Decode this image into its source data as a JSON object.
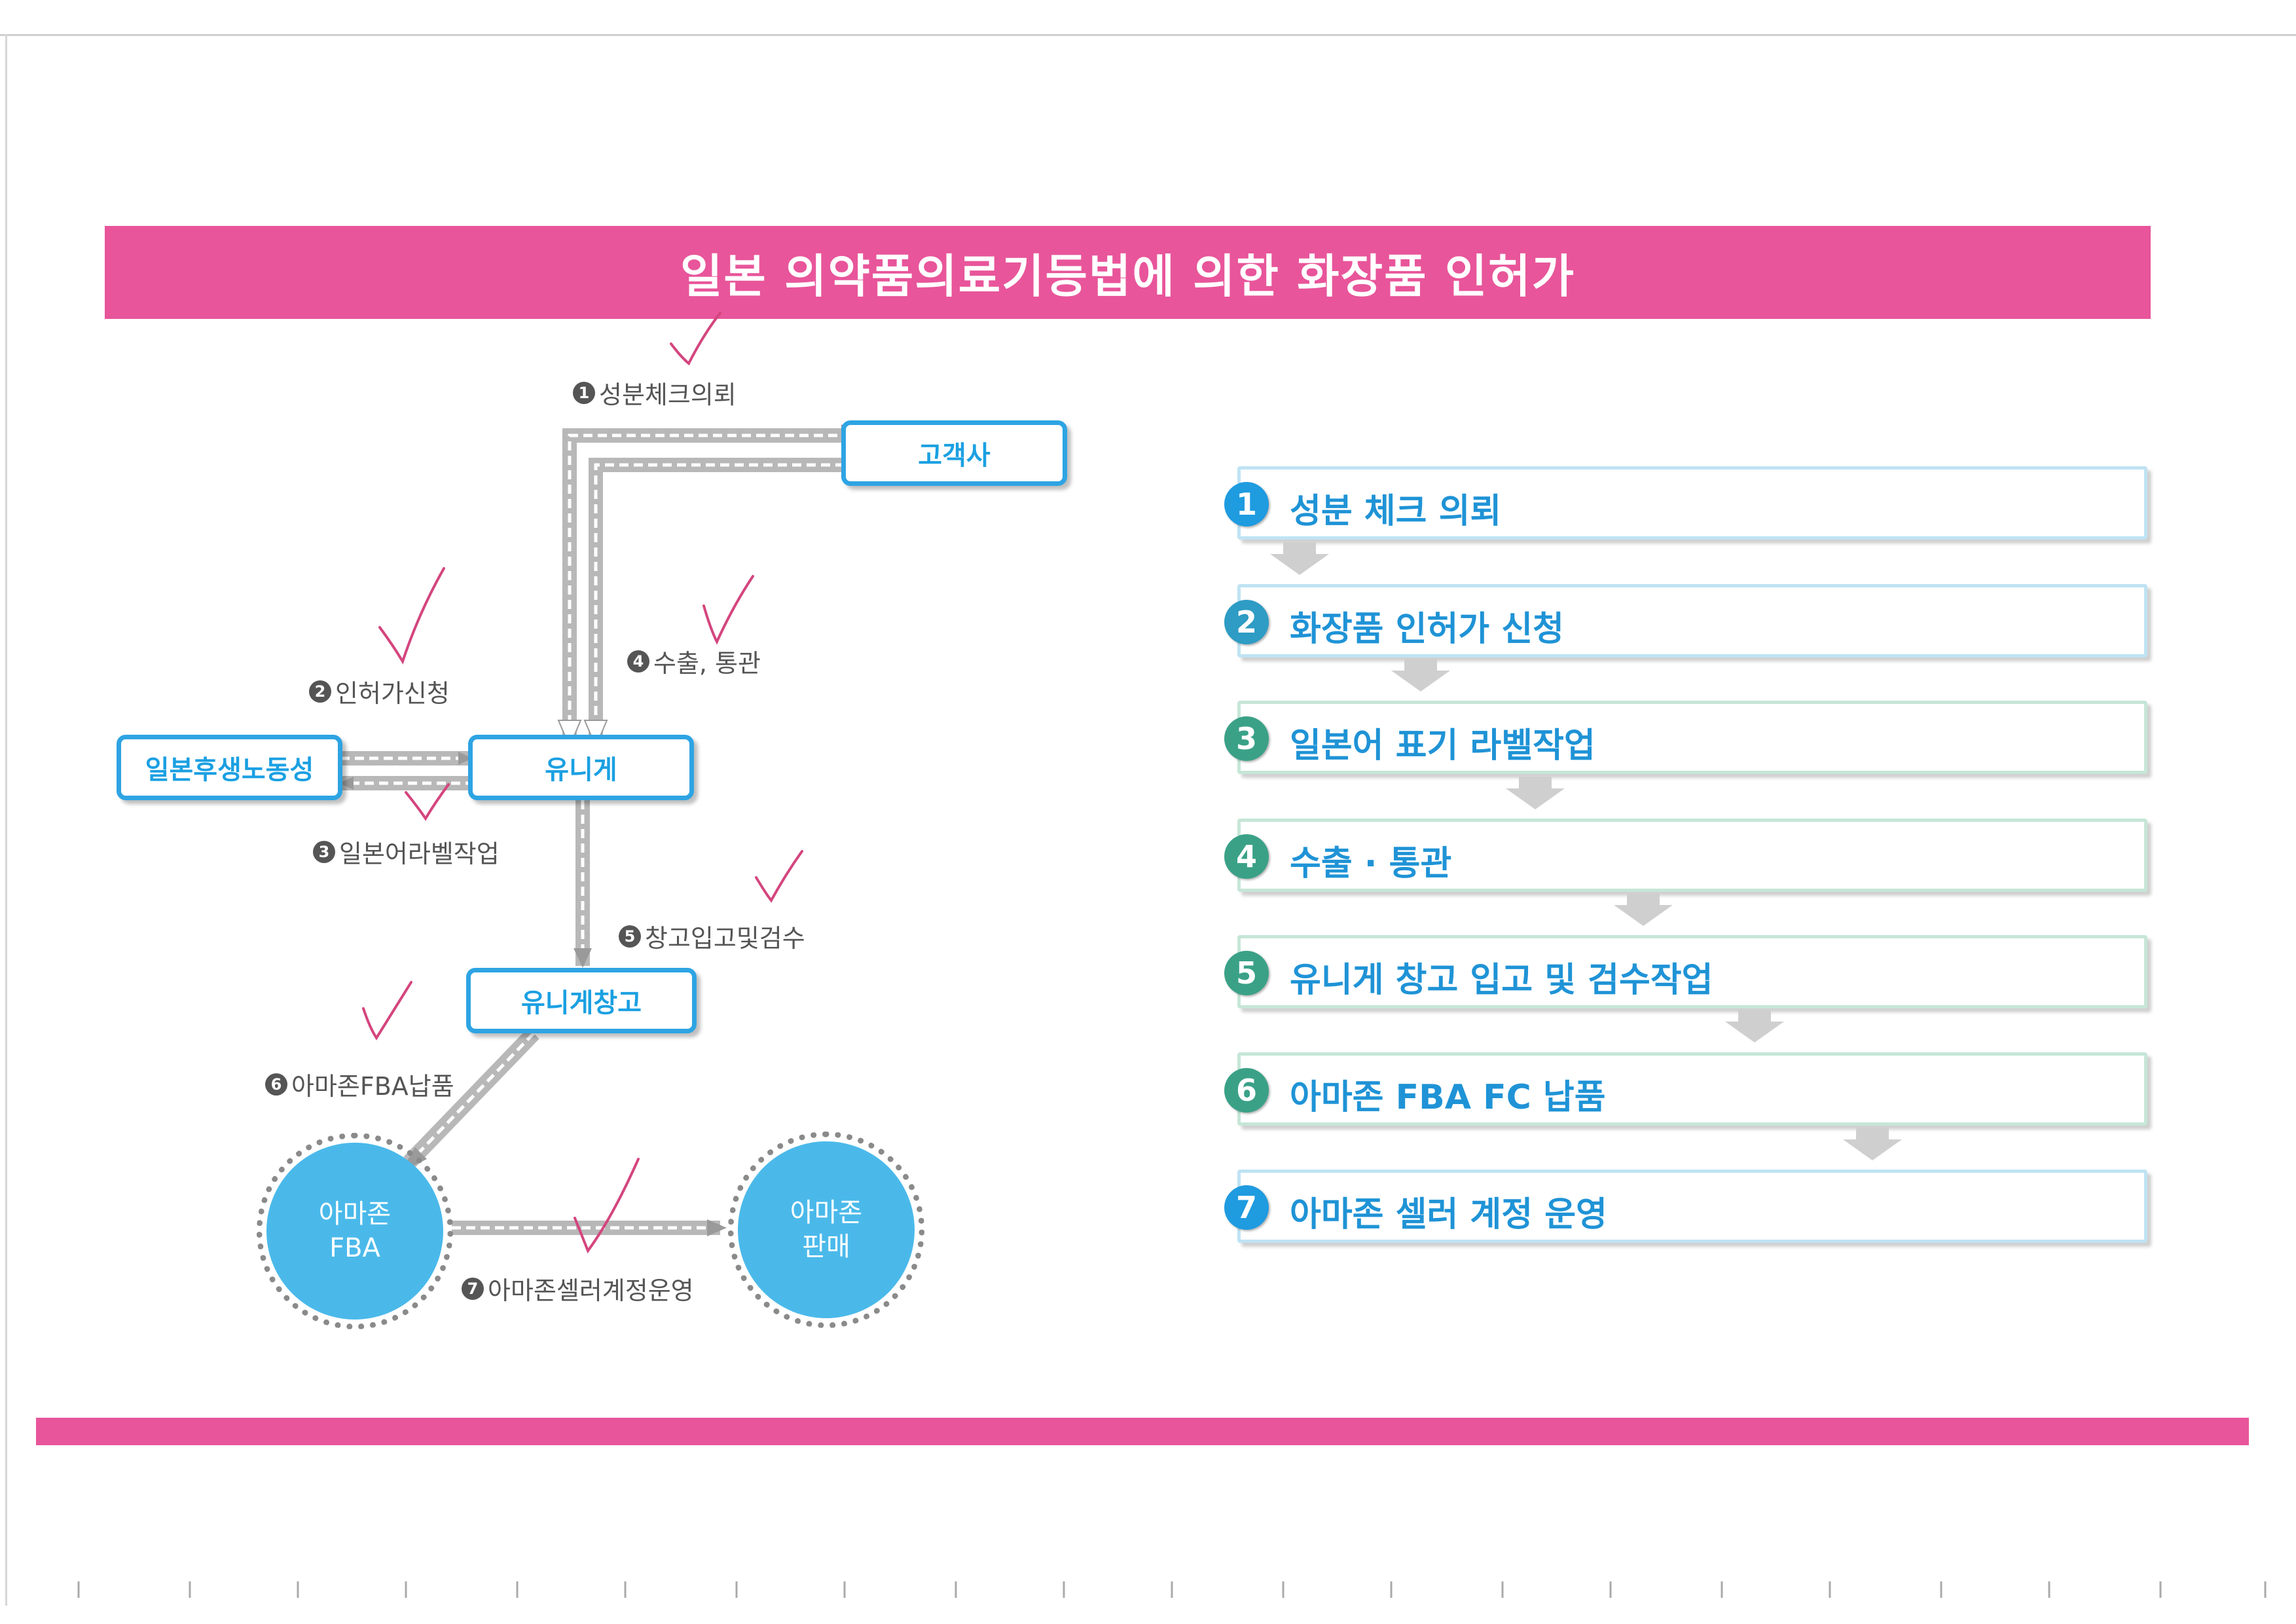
{
  "title": "일본 의약품의료기등법에 의한 화장품 인허가",
  "diagram": {
    "nodes": {
      "client": "고객사",
      "ministry": "일본후생노동성",
      "unige": "유니게",
      "warehouse": "유니게창고",
      "fba_line1": "아마존",
      "fba_line2": "FBA",
      "sales_line1": "아마존",
      "sales_line2": "판매"
    },
    "labels": [
      {
        "num": "1",
        "text": "성분체크의뢰"
      },
      {
        "num": "2",
        "text": "인허가신청"
      },
      {
        "num": "3",
        "text": "일본어라벨작업"
      },
      {
        "num": "4",
        "text": "수출, 통관"
      },
      {
        "num": "5",
        "text": "창고입고및검수"
      },
      {
        "num": "6",
        "text": "아마존FBA납품"
      },
      {
        "num": "7",
        "text": "아마존셀러계정운영"
      }
    ]
  },
  "steps": [
    {
      "num": "1",
      "text": "성분 체크 의뢰",
      "color": "#1f9be0"
    },
    {
      "num": "2",
      "text": "화장품 인허가 신청",
      "color": "#2e9cc4"
    },
    {
      "num": "3",
      "text": "일본어 표기 라벨작업",
      "color": "#3aa187"
    },
    {
      "num": "4",
      "text": "수출 · 통관",
      "color": "#3aa187"
    },
    {
      "num": "5",
      "text": "유니게 창고 입고 및 검수작업",
      "color": "#3aa187"
    },
    {
      "num": "6",
      "text": "아마존 FBA FC 납품",
      "color": "#3aa187"
    },
    {
      "num": "7",
      "text": "아마존 셀러 계정 운영",
      "color": "#1f9be0"
    }
  ],
  "colors": {
    "accent_pink": "#e8559a",
    "node_blue": "#2ea4e3",
    "circle_blue": "#4ab9ea",
    "flow_gray": "#b8b8b8",
    "check_pink": "#d4457e"
  }
}
